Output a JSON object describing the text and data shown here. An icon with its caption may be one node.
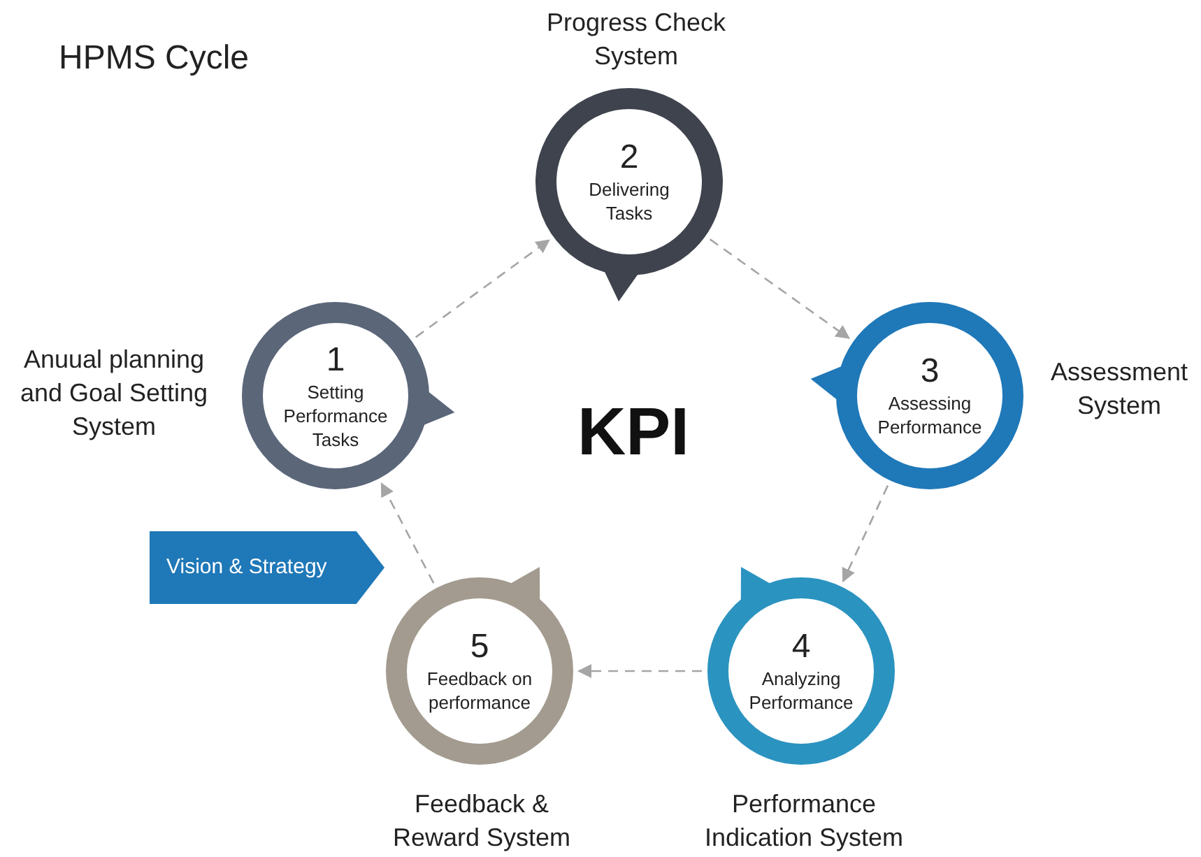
{
  "diagram": {
    "title": "HPMS Cycle",
    "nodes": [
      {
        "text": [
          "1",
          "Setting Performance Tasks"
        ],
        "beside": [
          "Anuual planning and Goal Setting System"
        ]
      },
      {
        "text": [
          "2",
          "Delivering Tasks"
        ],
        "beside": [
          "Progress Check System"
        ]
      },
      {
        "text": [
          "3",
          "Assessing Performance"
        ],
        "beside": [
          "Assessment System"
        ]
      },
      {
        "text": [
          "4",
          "Analyzing Performance"
        ],
        "beside": [
          "Performance Indication System"
        ]
      },
      {
        "text": [
          "5",
          "Feedback on performance"
        ],
        "beside": [
          "Feedback & Reward System"
        ]
      },
      {
        "text": [
          "Vision & Strategy"
        ]
      }
    ],
    "edges": [
      {
        "from": 0,
        "to": 1,
        "arrow": "to",
        "style": "dashed"
      },
      {
        "from": 1,
        "to": 2,
        "arrow": "to",
        "style": "dashed"
      },
      {
        "from": 2,
        "to": 3,
        "arrow": "to",
        "style": "dashed"
      },
      {
        "from": 3,
        "to": 4,
        "arrow": "to",
        "style": "dashed"
      },
      {
        "from": 4,
        "to": 0,
        "arrow": "to",
        "style": "dashed"
      }
    ],
    "labels": [
      "KPI"
    ]
  }
}
